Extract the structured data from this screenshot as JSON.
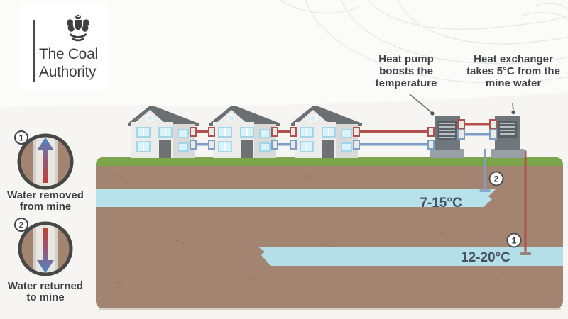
{
  "brand": {
    "line1": "The Coal",
    "line2": "Authority"
  },
  "legend": {
    "removed": {
      "badge": "1",
      "line1": "Water removed",
      "line2": "from mine"
    },
    "returned": {
      "badge": "2",
      "line1": "Water returned",
      "line2": "to mine"
    }
  },
  "callouts": {
    "heat_pump": {
      "line1": "Heat pump",
      "line2": "boosts the",
      "line3": "temperature"
    },
    "heat_exchanger": {
      "line1": "Heat exchanger",
      "line2": "takes 5°C from the",
      "line3": "mine water"
    }
  },
  "diagram": {
    "upper_mine_temp": "7-15°C",
    "lower_mine_temp": "12-20°C",
    "badge_extraction": "1",
    "badge_return": "2"
  },
  "colors": {
    "ground": "#a28471",
    "grass": "#7ca44a",
    "mine_water": "#b7e2ec",
    "pipe_hot": "#b2504d",
    "pipe_cold": "#7e9fc5",
    "equipment": "#6f767c",
    "label_text": "#3e434a"
  }
}
